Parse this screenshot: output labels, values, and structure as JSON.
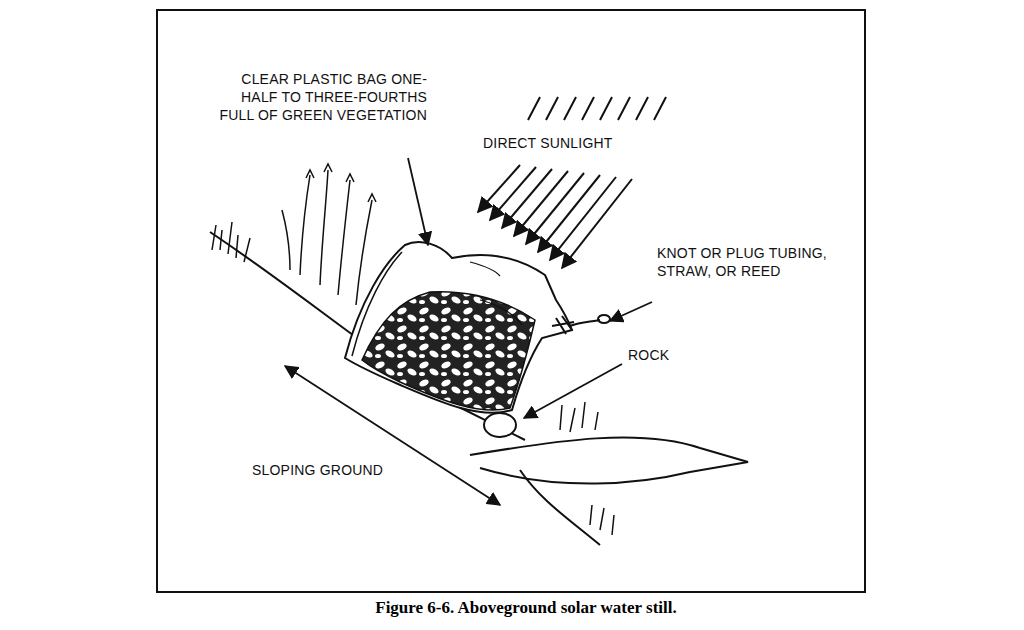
{
  "diagram": {
    "caption": "Figure 6-6. Aboveground solar water still.",
    "labels": [
      "CLEAR PLASTIC BAG ONE-HALF TO THREE-FOURTHS FULL OF GREEN VEGETATION",
      "DIRECT SUNLIGHT",
      "KNOT OR PLUG TUBING, STRAW, OR REED",
      "ROCK",
      "SLOPING GROUND"
    ]
  }
}
